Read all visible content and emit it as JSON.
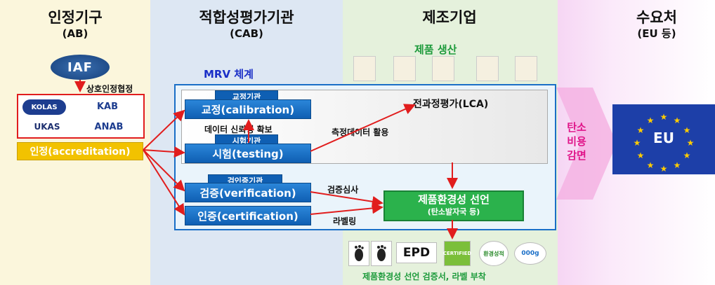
{
  "columns": {
    "ab": {
      "title": "인정기구",
      "sub": "(AB)"
    },
    "cab": {
      "title": "적합성평가기관",
      "sub": "(CAB)"
    },
    "manufacturer": {
      "title": "제조기업"
    },
    "demand": {
      "title": "수요처",
      "sub": "(EU 등)"
    }
  },
  "ab": {
    "iaf_logo": "IAF",
    "mutual_agreement": "상호인정협정",
    "logos": [
      "KOLAS",
      "KAB",
      "UKAS",
      "ANAB"
    ],
    "accreditation": "인정(accreditation)"
  },
  "mrv": {
    "title": "MRV 체계",
    "calibration_tag": "교정기관",
    "calibration": "교정(calibration)",
    "data_reliability": "데이터 신뢰성 확보",
    "testing_tag": "시험기관",
    "testing": "시험(testing)",
    "lca": "전과정평가(LCA)",
    "measurement_use": "측정데이터 활용",
    "verification_tag": "검인증기관",
    "verification": "검증(verification)",
    "certification": "인증(certification)",
    "verification_review": "검증심사",
    "labeling": "라벨링",
    "declaration": "제품환경성 선언",
    "declaration_sub": "(탄소발자국 등)"
  },
  "manufacturer": {
    "production": "제품 생산",
    "footer": "제품환경성 선언 검증서, 라벨 부착",
    "cert_labels": [
      "EPD",
      "환경성적",
      "CERTIFIED",
      "000g"
    ]
  },
  "demand": {
    "carbon_cost": [
      "탄소",
      "비용",
      "감면"
    ],
    "eu_flag": "EU"
  },
  "colors": {
    "blue_button": "#1a6fc7",
    "accreditation": "#f2c200",
    "declaration": "#2bb24c",
    "arrow_red": "#e11d1d",
    "mrv_title": "#1a2fc7",
    "production_green": "#1e9b3c",
    "carbon_pink": "#e0168a",
    "eu_blue": "#1d3fa8"
  }
}
